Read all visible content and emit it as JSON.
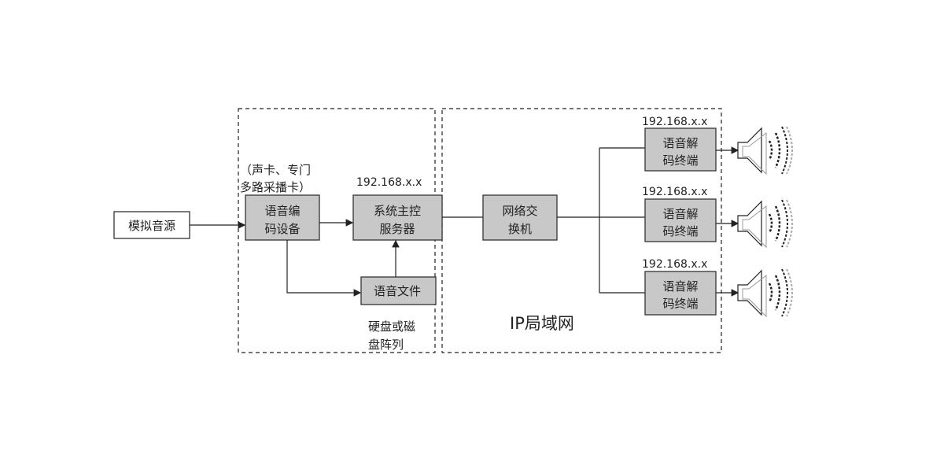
{
  "source": {
    "label": "模拟音源"
  },
  "encoder": {
    "line1": "语音编",
    "line2": "码设备",
    "note_line1": "（声卡、专门",
    "note_line2": "多路采播卡）"
  },
  "server": {
    "line1": "系统主控",
    "line2": "服务器",
    "ip": "192.168.x.x"
  },
  "file": {
    "label": "语音文件",
    "note_line1": "硬盘或磁",
    "note_line2": "盘阵列"
  },
  "switch": {
    "line1": "网络交",
    "line2": "换机"
  },
  "network_label": "IP局域网",
  "decoders": [
    {
      "line1": "语音解",
      "line2": "码终端",
      "ip": "192.168.x.x"
    },
    {
      "line1": "语音解",
      "line2": "码终端",
      "ip": "192.168.x.x"
    },
    {
      "line1": "语音解",
      "line2": "码终端",
      "ip": "192.168.x.x"
    }
  ],
  "colors": {
    "box_fill": "#c8c8c8",
    "line": "#222222"
  }
}
